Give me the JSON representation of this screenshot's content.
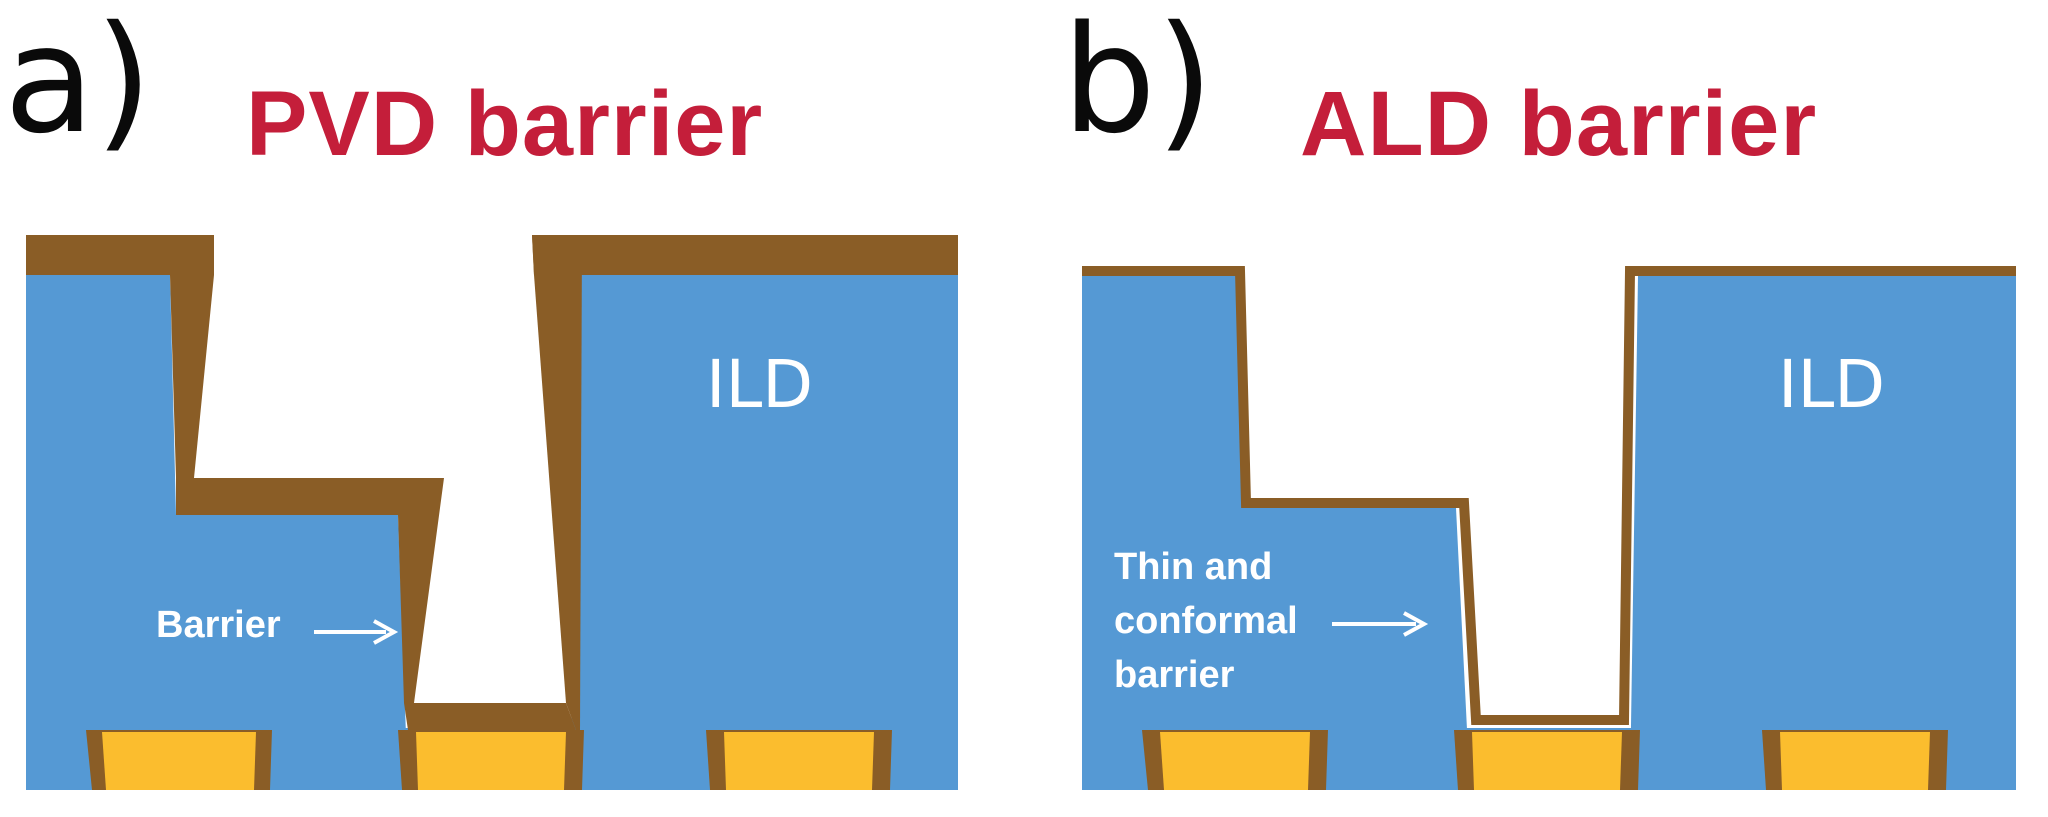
{
  "colors": {
    "ild": "#5599d4",
    "barrier": "#8a5d26",
    "metal": "#fbbd2e",
    "title": "#c41e3a",
    "label": "#ffffff"
  },
  "panel_a": {
    "letter": "a)",
    "title": "PVD barrier",
    "ild_label": "ILD",
    "barrier_label": "Barrier"
  },
  "panel_b": {
    "letter": "b)",
    "title": "ALD barrier",
    "ild_label": "ILD",
    "barrier_label": "Thin and\nconformal\nbarrier"
  }
}
